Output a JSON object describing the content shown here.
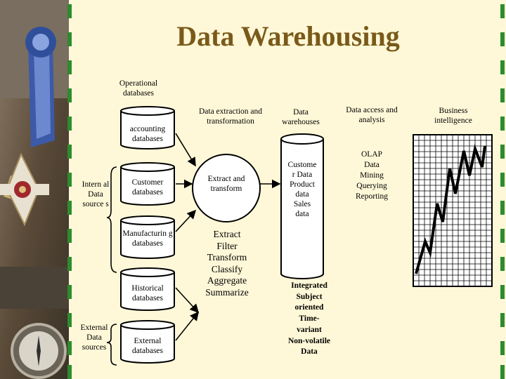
{
  "title": "Data Warehousing",
  "columns": {
    "operational": "Operational databases",
    "extraction": "Data extraction and transformation",
    "warehouses": "Data warehouses",
    "access": "Data access and analysis",
    "bi": "Business intelligence"
  },
  "sources": {
    "internal": "Intern al Data source s",
    "external": "External Data sources"
  },
  "databases": {
    "accounting": "accounting databases",
    "customer": "Customer databases",
    "manufacturing": "Manufacturin g databases",
    "historical": "Historical databases",
    "external": "External databases"
  },
  "process": {
    "extract": "Extract and transform",
    "steps": [
      "Extract",
      "Filter",
      "Transform",
      "Classify",
      "Aggregate",
      "Summarize"
    ]
  },
  "warehouse_contents": [
    "Custome",
    "r Data",
    "Product",
    "data",
    "Sales",
    "data"
  ],
  "warehouse_traits": [
    "Integrated",
    "Subject",
    "oriented",
    "Time-",
    "variant",
    "Non-volatile",
    "Data"
  ],
  "analysis": [
    "OLAP",
    "Data",
    "Mining",
    "Querying",
    "Reporting"
  ],
  "colors": {
    "title": "#7a5a1a",
    "background": "#fff8d8",
    "dashes": "#2e8b2e"
  }
}
